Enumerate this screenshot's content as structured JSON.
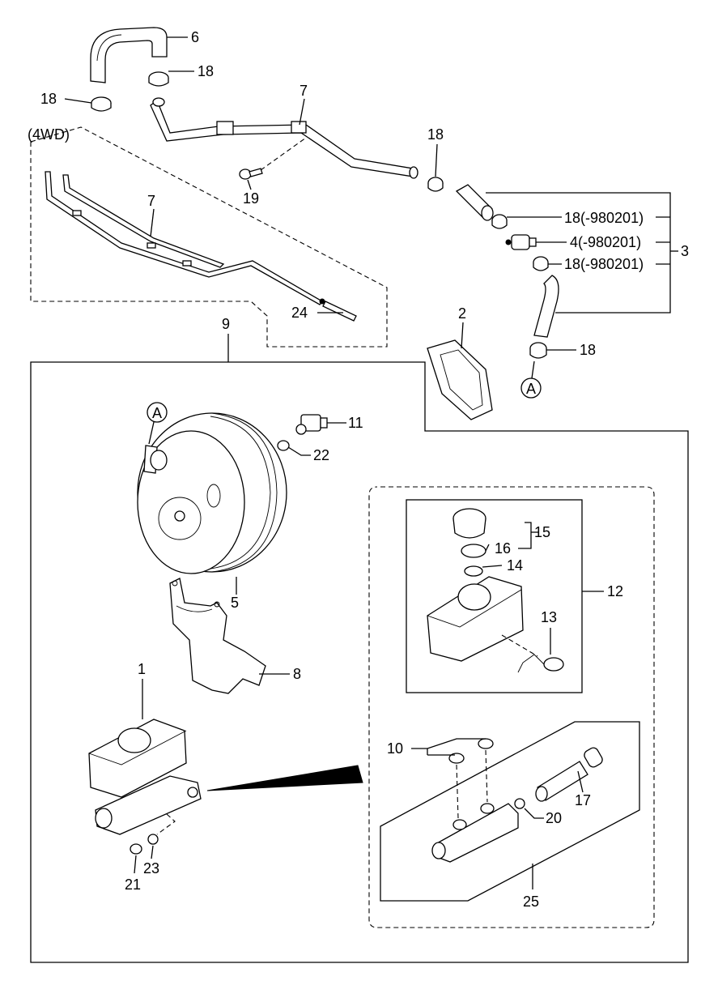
{
  "callouts": {
    "c6": "6",
    "c18a": "18",
    "c18b": "18",
    "c7a": "7",
    "c4wd": "(4WD)",
    "c18c": "18",
    "c19": "19",
    "c7b": "7",
    "c18r1": "18(-980201)",
    "c4r": "4(-980201)",
    "c18r2": "18(-980201)",
    "c3": "3",
    "c2": "2",
    "c24": "24",
    "c9": "9",
    "c18d": "18",
    "cA1": "A",
    "cA2": "A",
    "c11": "11",
    "c22": "22",
    "c15": "15",
    "c16": "16",
    "c14": "14",
    "c12": "12",
    "c13": "13",
    "c5": "5",
    "c8": "8",
    "c1": "1",
    "c10": "10",
    "c17": "17",
    "c20": "20",
    "c23": "23",
    "c21": "21",
    "c25": "25"
  }
}
